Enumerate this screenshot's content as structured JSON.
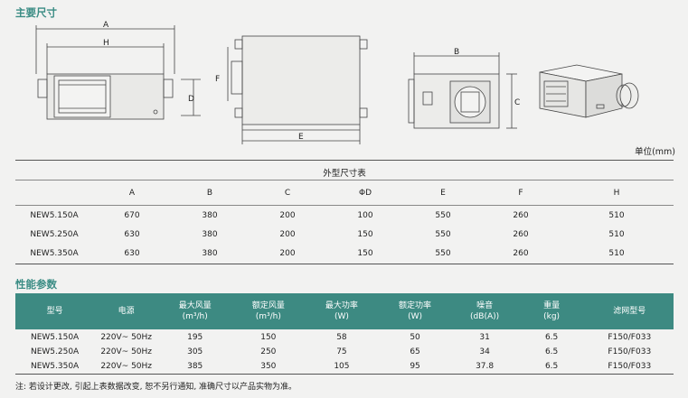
{
  "headings": {
    "dimensions": "主要尺寸",
    "performance": "性能参数"
  },
  "drawing_labels": {
    "A": "A",
    "H": "H",
    "D": "D",
    "F": "F",
    "E": "E",
    "B": "B",
    "C": "C"
  },
  "unit_label": "单位(mm)",
  "dimension_table": {
    "title": "外型尺寸表",
    "columns": [
      "",
      "A",
      "B",
      "C",
      "ΦD",
      "E",
      "F",
      "H"
    ],
    "rows": [
      [
        "NEW5.150A",
        "670",
        "380",
        "200",
        "100",
        "550",
        "260",
        "510"
      ],
      [
        "NEW5.250A",
        "630",
        "380",
        "200",
        "150",
        "550",
        "260",
        "510"
      ],
      [
        "NEW5.350A",
        "630",
        "380",
        "200",
        "150",
        "550",
        "260",
        "510"
      ]
    ]
  },
  "performance_table": {
    "columns": [
      [
        "型号",
        ""
      ],
      [
        "电源",
        ""
      ],
      [
        "最大风量",
        "(m³/h)"
      ],
      [
        "额定风量",
        "(m³/h)"
      ],
      [
        "最大功率",
        "(W)"
      ],
      [
        "额定功率",
        "(W)"
      ],
      [
        "噪音",
        "(dB(A))"
      ],
      [
        "重量",
        "(kg)"
      ],
      [
        "滤网型号",
        ""
      ]
    ],
    "rows": [
      [
        "NEW5.150A",
        "220V~ 50Hz",
        "195",
        "150",
        "58",
        "50",
        "31",
        "6.5",
        "F150/F033"
      ],
      [
        "NEW5.250A",
        "220V~ 50Hz",
        "305",
        "250",
        "75",
        "65",
        "34",
        "6.5",
        "F150/F033"
      ],
      [
        "NEW5.350A",
        "220V~ 50Hz",
        "385",
        "350",
        "105",
        "95",
        "37.8",
        "6.5",
        "F150/F033"
      ]
    ]
  },
  "note": "注: 若设计更改, 引起上表数据改变, 恕不另行通知, 准确尺寸以产品实物为准。",
  "colors": {
    "accent": "#3d8a82",
    "heading": "#3a8c84",
    "background": "#f2f2f1"
  }
}
